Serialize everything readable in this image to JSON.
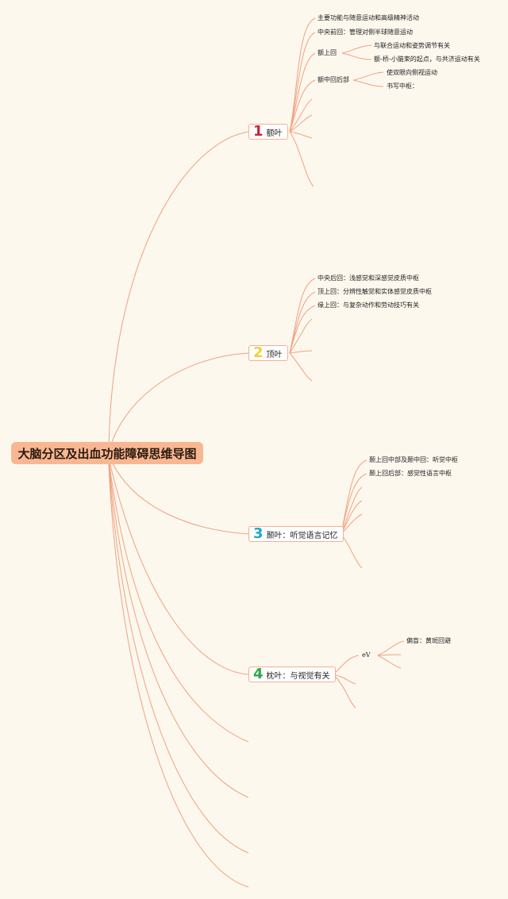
{
  "title": "大脑分区及出血功能障碍思维导图",
  "colors": {
    "background": "#fdf8ee",
    "line": "#f2a07e",
    "root_fill": "#f8b792",
    "num1": "#c8243c",
    "num2": "#f1cf3a",
    "num3": "#1ea7cf",
    "num4": "#2ea84a"
  },
  "branches": [
    {
      "num": "1",
      "label": "额叶",
      "children": [
        {
          "label": "主要功能与随意运动和高级精神活动"
        },
        {
          "label": "中央前回：管理对侧半球随意运动"
        },
        {
          "label": "额上回",
          "children": [
            "与联合运动和姿势调节有关",
            "额-桥-小脑束的起点，与共济运动有关"
          ]
        },
        {
          "label": "额中回后部",
          "children": [
            "使双眼向侧视运动",
            "书写中枢："
          ]
        }
      ]
    },
    {
      "num": "2",
      "label": "顶叶",
      "children": [
        {
          "label": "中央后回：浅感觉和深感觉皮质中枢"
        },
        {
          "label": "顶上回：分辨性触觉和实体感觉皮质中枢"
        },
        {
          "label": "缘上回：与复杂动作和劳动技巧有关"
        }
      ]
    },
    {
      "num": "3",
      "label": "颞叶：听觉语言记忆",
      "children": [
        {
          "label": "颞上回中部及颞中回：听觉中枢"
        },
        {
          "label": "颞上回后部：感觉性语言中枢"
        }
      ]
    },
    {
      "num": "4",
      "label": "枕叶：与视觉有关",
      "children": [
        {
          "label": "eV",
          "children": [
            "偏盲：黄斑回避"
          ]
        }
      ]
    }
  ]
}
